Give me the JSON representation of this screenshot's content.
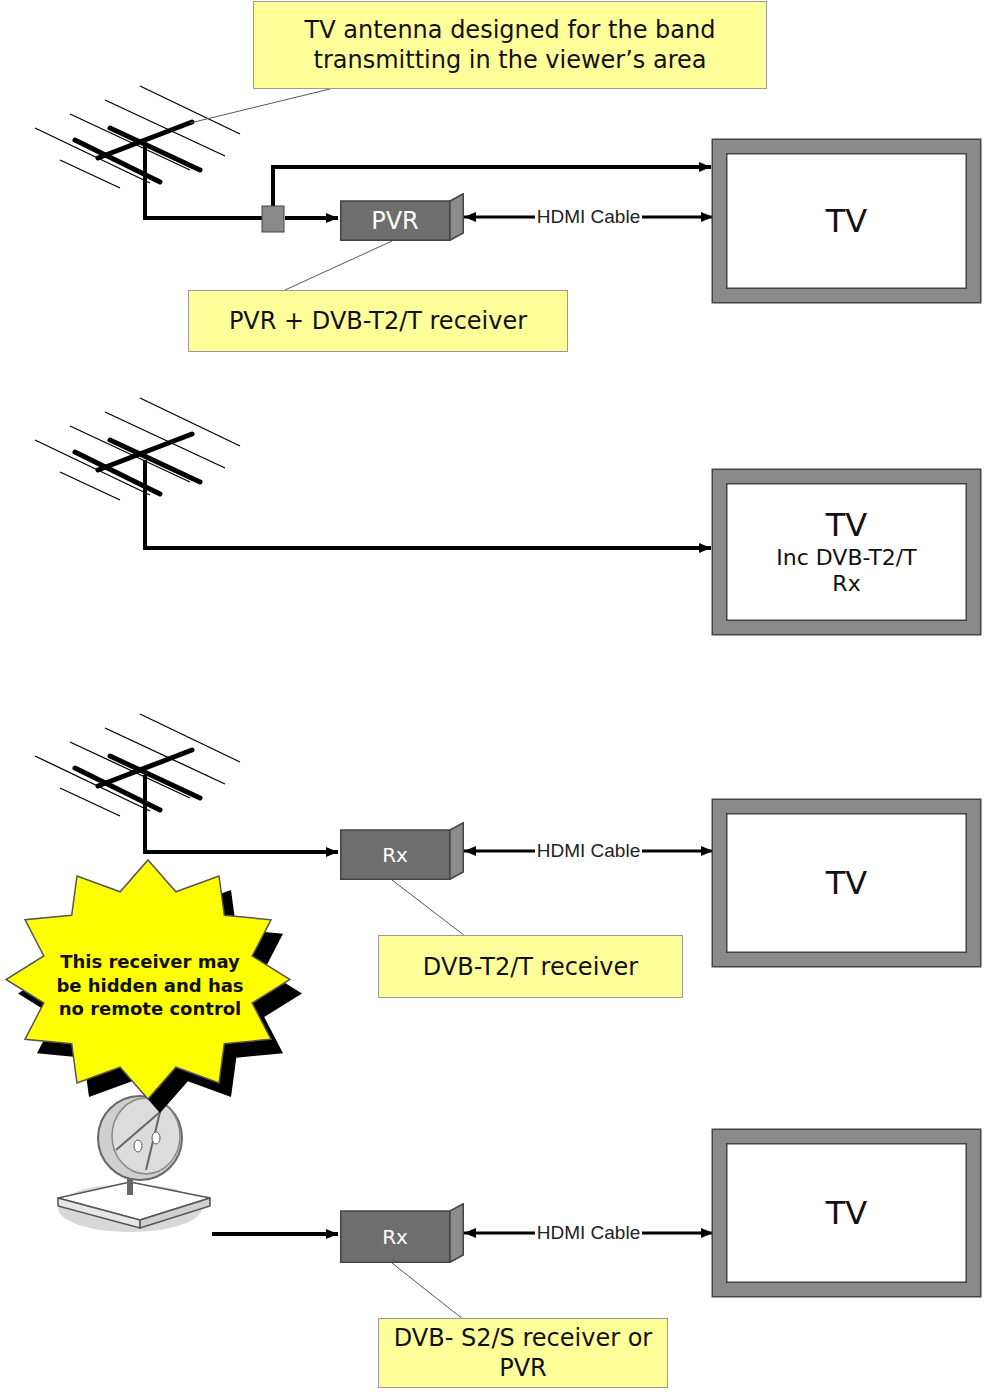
{
  "diagram": {
    "nodes": [
      {
        "text": [
          "TV antenna designed for the band transmitting in the viewer’s area"
        ]
      },
      {
        "text": [
          "PVR"
        ]
      },
      {
        "text": [
          "TV"
        ]
      },
      {
        "text": [
          "PVR + DVB-T2/T receiver"
        ]
      },
      {
        "text": [
          "TV",
          "Inc DVB-T2/T Rx"
        ]
      },
      {
        "text": [
          "Rx"
        ]
      },
      {
        "text": [
          "TV"
        ]
      },
      {
        "text": [
          "DVB-T2/T receiver"
        ]
      },
      {
        "text": [
          "This receiver may be hidden and has no remote control"
        ]
      },
      {
        "text": [
          "Rx"
        ]
      },
      {
        "text": [
          "TV"
        ]
      },
      {
        "text": [
          "DVB- S2/S receiver or PVR"
        ]
      }
    ],
    "edges": [
      {
        "from": 1,
        "to": 2,
        "label": "HDMI Cable",
        "arrow": "both"
      },
      {
        "from": 3,
        "to": 1,
        "arrow": "none"
      },
      {
        "from": 5,
        "to": 6,
        "label": "HDMI Cable",
        "arrow": "both"
      },
      {
        "from": 7,
        "to": 5,
        "arrow": "none"
      },
      {
        "from": 9,
        "to": 10,
        "label": "HDMI Cable",
        "arrow": "both"
      },
      {
        "from": 11,
        "to": 9,
        "arrow": "none"
      }
    ]
  }
}
